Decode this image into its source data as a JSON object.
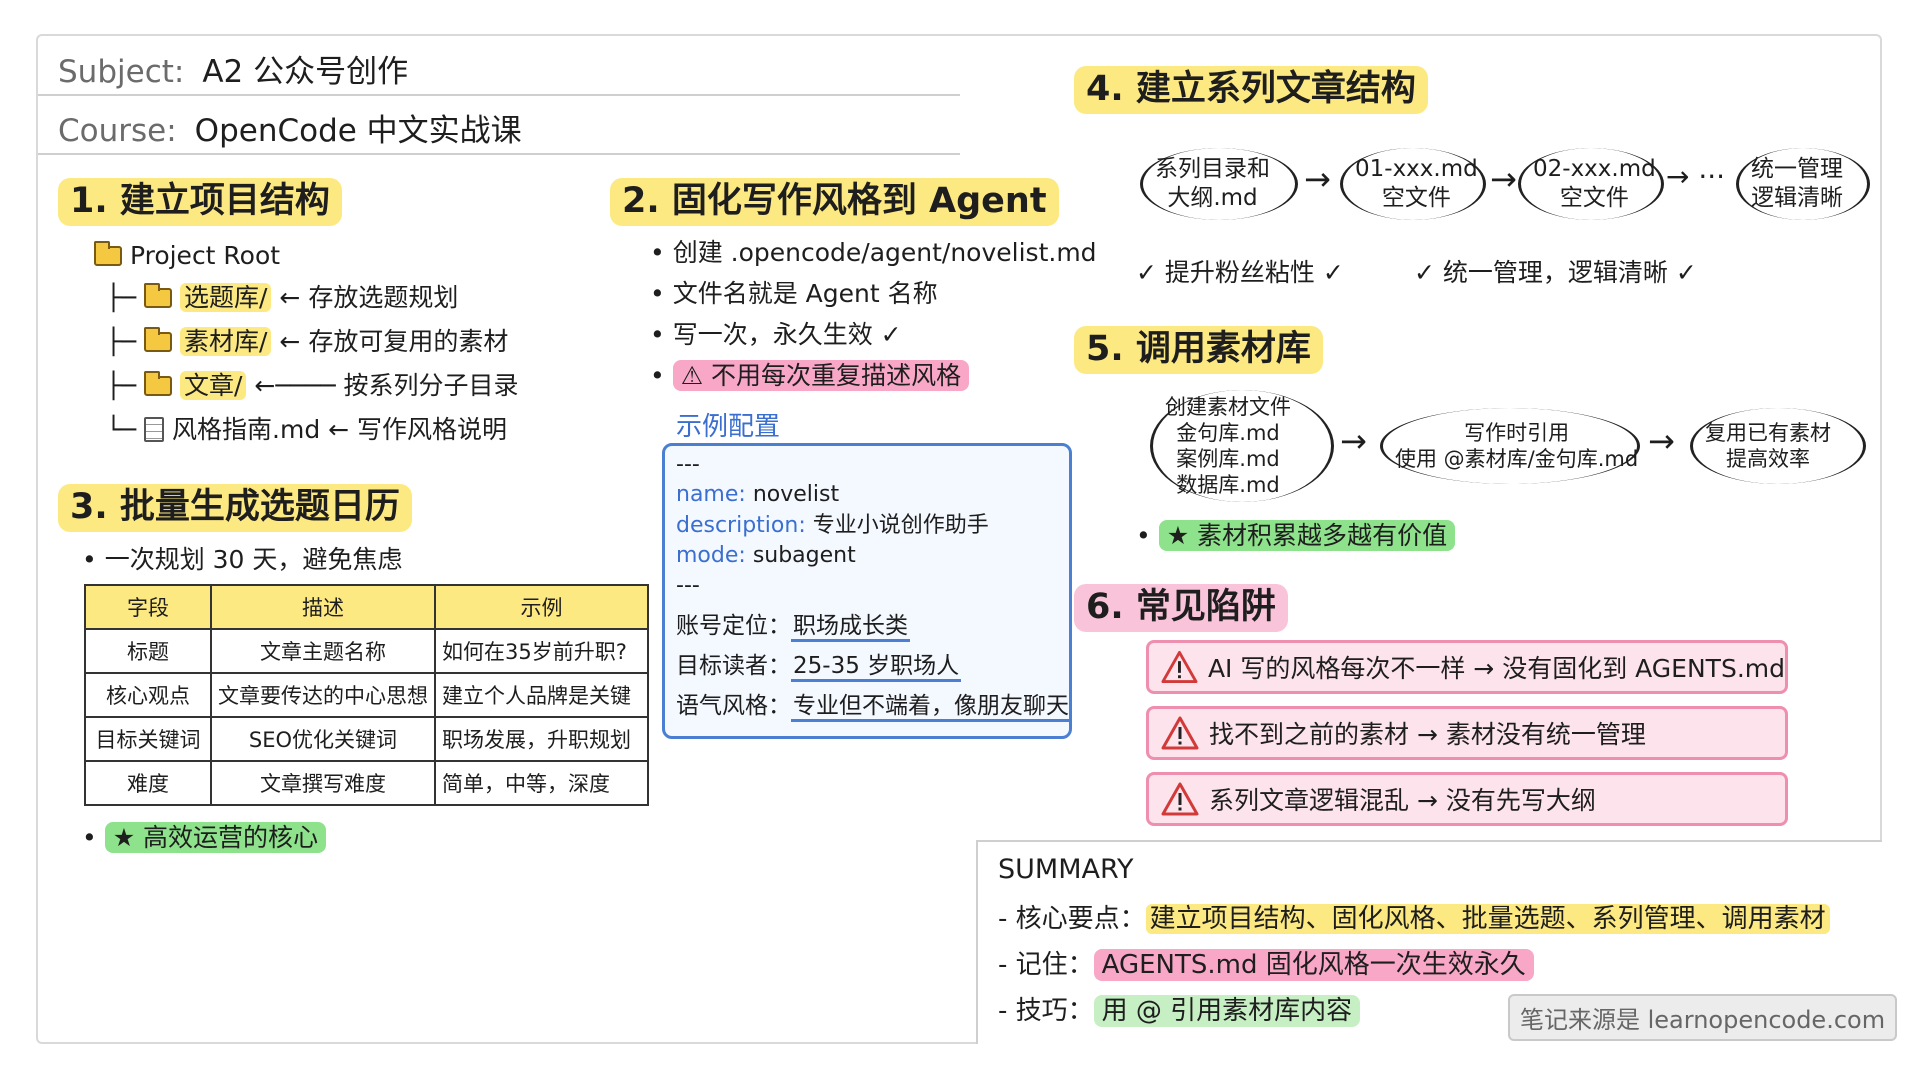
{
  "header": {
    "subject_label": "Subject:",
    "subject_value": "A2 公众号创作",
    "course_label": "Course:",
    "course_value": "OpenCode 中文实战课"
  },
  "s1": {
    "title": "1. 建立项目结构",
    "root": "Project Root",
    "rows": [
      {
        "prefix": "├─",
        "name": "选题库/",
        "arrow": "←",
        "note": "存放选题规划"
      },
      {
        "prefix": "├─",
        "name": "素材库/",
        "arrow": "←",
        "note": "存放可复用的素材"
      },
      {
        "prefix": "├─",
        "name": "文章/",
        "arrow": "←────",
        "note": "按系列分子目录"
      },
      {
        "prefix": "└─",
        "name": "风格指南.md",
        "arrow": "←",
        "note": "写作风格说明"
      }
    ]
  },
  "s2": {
    "title": "2. 固化写作风格到 Agent",
    "bullets": [
      "创建 .opencode/agent/novelist.md",
      "文件名就是 Agent 名称",
      "写一次，永久生效 ✓"
    ],
    "warn": "⚠ 不用每次重复描述风格",
    "example_title": "示例配置",
    "config": {
      "dash": "---",
      "name_key": "name:",
      "name_val": "novelist",
      "desc_key": "description:",
      "desc_val": "专业小说创作助手",
      "mode_key": "mode:",
      "mode_val": "subagent",
      "fields": [
        {
          "key": "账号定位：",
          "val": "职场成长类"
        },
        {
          "key": "目标读者：",
          "val": "25-35 岁职场人"
        },
        {
          "key": "语气风格：",
          "val": "专业但不端着，像朋友聊天"
        }
      ]
    }
  },
  "s3": {
    "title": "3. 批量生成选题日历",
    "bullet": "一次规划 30 天，避免焦虑",
    "headers": [
      "字段",
      "描述",
      "示例"
    ],
    "rows": [
      [
        "标题",
        "文章主题名称",
        "如何在35岁前升职?"
      ],
      [
        "核心观点",
        "文章要传达的中心思想",
        "建立个人品牌是关键"
      ],
      [
        "目标关键词",
        "SEO优化关键词",
        "职场发展，升职规划"
      ],
      [
        "难度",
        "文章撰写难度",
        "简单，中等，深度"
      ]
    ],
    "star": "★ 高效运营的核心"
  },
  "s4": {
    "title": "4. 建立系列文章结构",
    "boxes": [
      {
        "l1": "系列目录和",
        "l2": "大纲.md"
      },
      {
        "l1": "01-xxx.md",
        "l2": "空文件"
      },
      {
        "l1": "02-xxx.md",
        "l2": "空文件"
      },
      {
        "l1": "统一管理",
        "l2": "逻辑清晰"
      }
    ],
    "arrow": "→",
    "ellipsis": "→ ···",
    "check1": "✓ 提升粉丝粘性 ✓",
    "check2": "✓ 统一管理，逻辑清晰 ✓"
  },
  "s5": {
    "title": "5. 调用素材库",
    "box1": [
      "创建素材文件",
      "金句库.md",
      "案例库.md",
      "数据库.md"
    ],
    "box2": [
      "写作时引用",
      "使用 @素材库/金句库.md"
    ],
    "box3": [
      "复用已有素材",
      "提高效率"
    ],
    "arrow": "→",
    "star": "★ 素材积累越多越有价值"
  },
  "s6": {
    "title": "6. 常见陷阱",
    "items": [
      "AI 写的风格每次不一样 → 没有固化到 AGENTS.md",
      "找不到之前的素材 → 素材没有统一管理",
      "系列文章逻辑混乱 → 没有先写大纲"
    ]
  },
  "summary": {
    "title": "SUMMARY",
    "l1_prefix": "- 核心要点：",
    "l1_text": "建立项目结构、固化风格、批量选题、系列管理、调用素材",
    "l2_prefix": "- 记住：",
    "l2_text": "AGENTS.md 固化风格一次生效永久",
    "l3_prefix": "- 技巧：",
    "l3_text": "用 @ 引用素材库内容"
  },
  "credit": "笔记来源是 learnopencode.com",
  "colors": {
    "highlight_yellow": "#fde982",
    "highlight_green": "#8ee28b",
    "highlight_pink": "#f9a7c7",
    "config_blue": "#4a7fd1",
    "warn_border": "#ef8fb0"
  }
}
